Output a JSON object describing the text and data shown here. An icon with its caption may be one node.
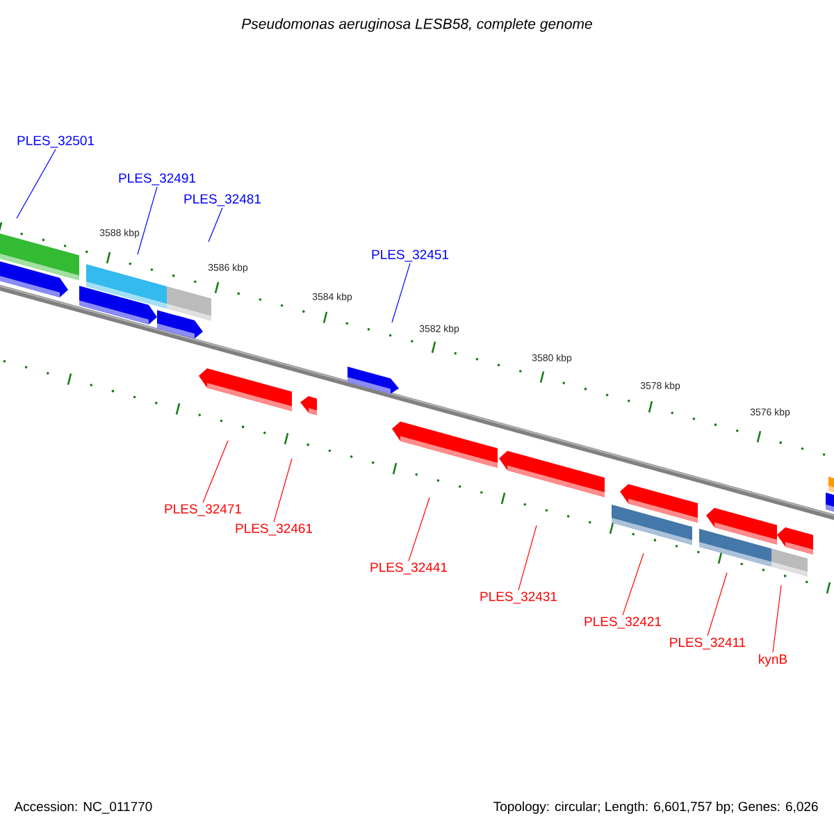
{
  "diagram": {
    "title": "Pseudomonas aeruginosa LESB58, complete genome",
    "nodes": [
      {
        "text": [
          "PLES_32501"
        ]
      },
      {
        "text": [
          "PLES_32491"
        ]
      },
      {
        "text": [
          "PLES_32481"
        ]
      },
      {
        "text": [
          "PLES_32451"
        ]
      },
      {
        "text": [
          "PLES_32471"
        ]
      },
      {
        "text": [
          "PLES_32461"
        ]
      },
      {
        "text": [
          "PLES_32441"
        ]
      },
      {
        "text": [
          "PLES_32431"
        ]
      },
      {
        "text": [
          "PLES_32421"
        ]
      },
      {
        "text": [
          "PLES_32411"
        ]
      },
      {
        "text": [
          "kynB"
        ]
      }
    ],
    "edges": [
      {
        "from": 0,
        "to": null,
        "arrow": "none",
        "color": "#0000ff"
      },
      {
        "from": 1,
        "to": null,
        "arrow": "none",
        "color": "#0000ff"
      },
      {
        "from": 2,
        "to": null,
        "arrow": "none",
        "color": "#0000ff"
      },
      {
        "from": 3,
        "to": null,
        "arrow": "none",
        "color": "#0000ff"
      },
      {
        "from": 4,
        "to": null,
        "arrow": "none"
      },
      {
        "from": 5,
        "to": null,
        "arrow": "none"
      },
      {
        "from": 6,
        "to": null,
        "arrow": "none"
      },
      {
        "from": 7,
        "to": null,
        "arrow": "none"
      },
      {
        "from": 8,
        "to": null,
        "arrow": "none"
      },
      {
        "from": 9,
        "to": null,
        "arrow": "none"
      },
      {
        "from": 10,
        "to": null,
        "arrow": "none"
      }
    ],
    "labels": [
      "3588 kbp",
      "3586 kbp",
      "3584 kbp",
      "3582 kbp",
      "3580 kbp",
      "3578 kbp",
      "3576 kbp",
      "Accession: NC_011770",
      "Topology: circular; Length: 6,601,757 bp; Genes: 6,026"
    ]
  }
}
